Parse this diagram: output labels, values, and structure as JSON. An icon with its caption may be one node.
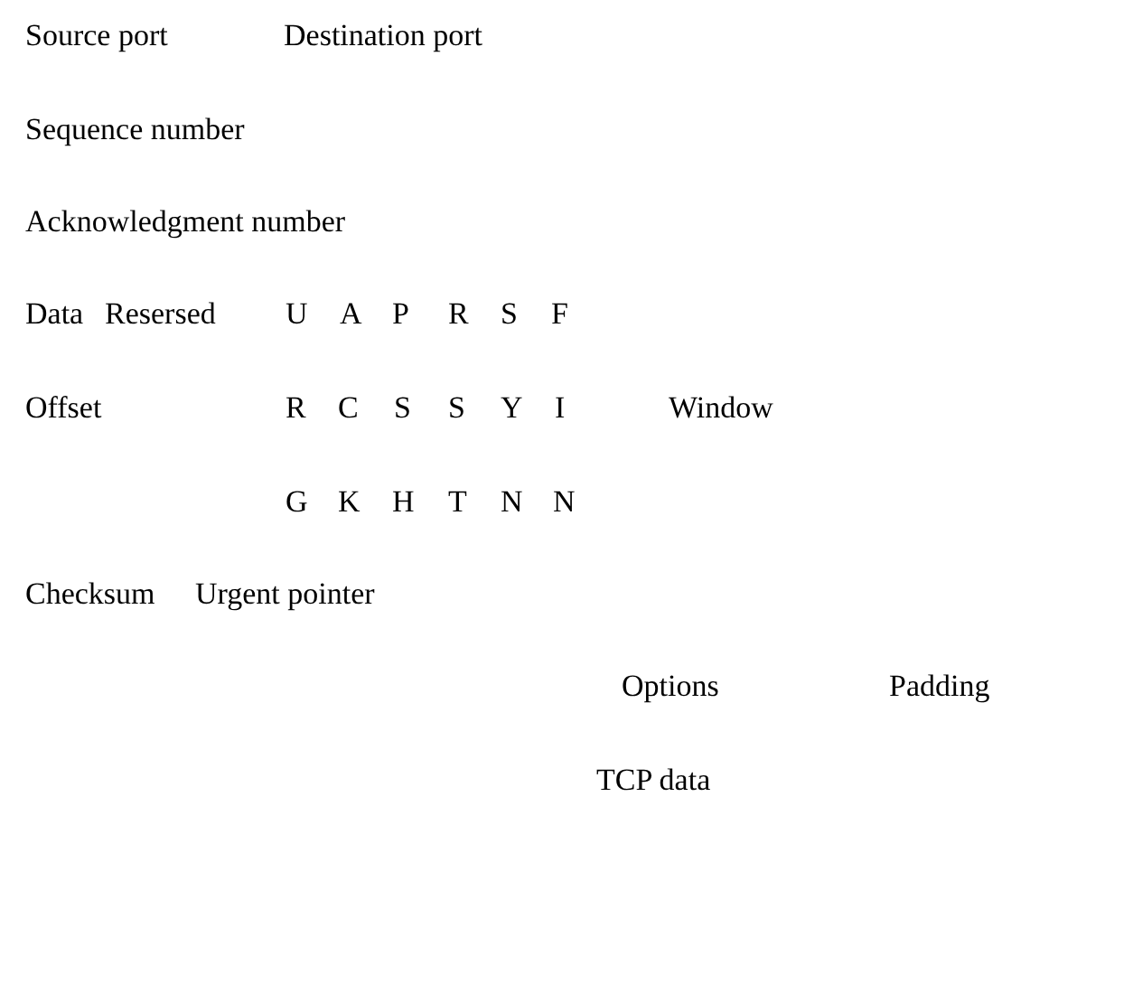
{
  "diagram": {
    "labels": [
      "Source port",
      "Destination port",
      "Sequence number",
      "Acknowledgment number",
      "Data",
      "Resersed",
      "U",
      "A",
      "P",
      "R",
      "S",
      "F",
      "Offset",
      "R",
      "C",
      "S",
      "S",
      "Y",
      "I",
      "Window",
      "G",
      "K",
      "H",
      "T",
      "N",
      "N",
      "Checksum",
      "Urgent pointer",
      "Options",
      "Padding",
      "TCP data"
    ]
  }
}
